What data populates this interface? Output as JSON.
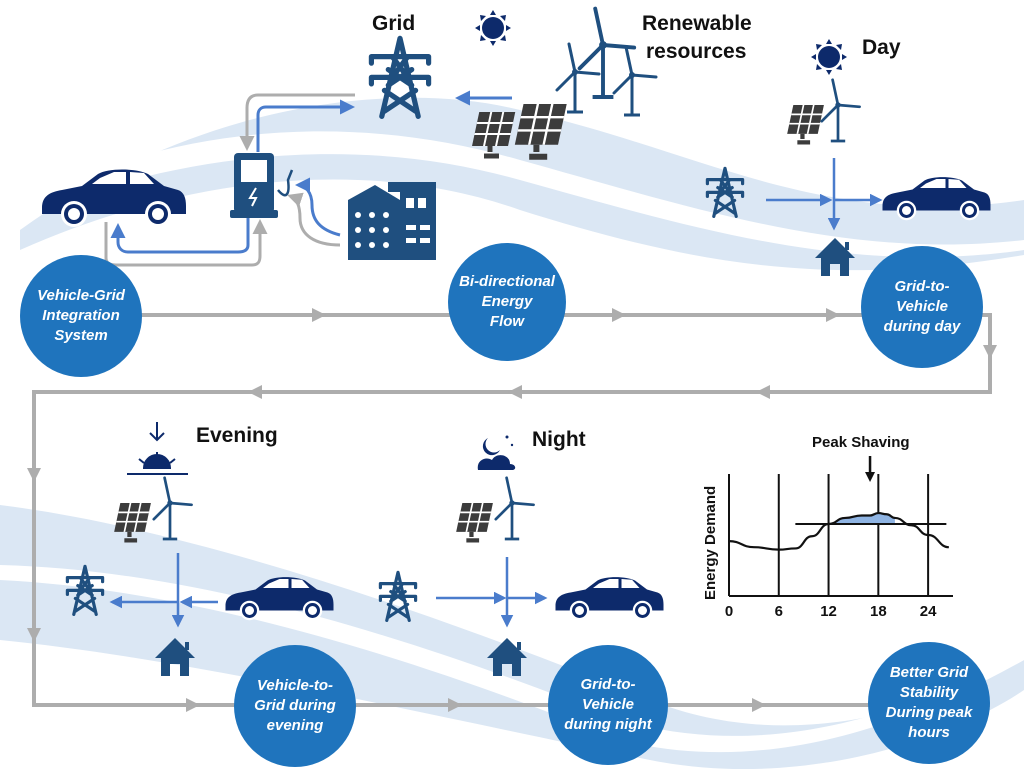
{
  "labels": {
    "grid": "Grid",
    "renewable_line1": "Renewable",
    "renewable_line2": "resources",
    "day": "Day",
    "evening": "Evening",
    "night": "Night"
  },
  "process_nodes": [
    {
      "lines": [
        "Vehicle-Grid",
        "Integration",
        "System"
      ]
    },
    {
      "lines": [
        "Bi-directional",
        "Energy",
        "Flow"
      ]
    },
    {
      "lines": [
        "Grid-to-",
        "Vehicle",
        "during day"
      ]
    },
    {
      "lines": [
        "Vehicle-to-",
        "Grid during",
        "evening"
      ]
    },
    {
      "lines": [
        "Grid-to-",
        "Vehicle",
        "during night"
      ]
    },
    {
      "lines": [
        "Better Grid",
        "Stability",
        "During peak",
        "hours"
      ]
    }
  ],
  "colors": {
    "node_fill": "#1f74bd",
    "icon_navy": "#0d2a6b",
    "icon_steel": "#1f4f7f",
    "flow_blue": "#4a7ccc",
    "connector_gray": "#adadad",
    "wave_band": "#dbe7f4",
    "solar_panel": "#3c3c3c"
  },
  "chart_data": {
    "type": "line",
    "title": "Peak Shaving",
    "xlabel": "",
    "ylabel": "Energy Demand",
    "x_ticks": [
      0,
      6,
      12,
      18,
      24
    ],
    "xlim": [
      0,
      27
    ],
    "ylim": [
      0,
      10
    ],
    "grid": "vertical lines at 6, 12, 18, 24",
    "threshold": 5.9,
    "series": [
      {
        "name": "demand",
        "x": [
          0,
          3,
          6,
          8,
          10,
          12,
          14,
          16,
          17,
          18,
          19,
          20,
          22,
          24,
          26.5
        ],
        "y": [
          4.5,
          4.0,
          3.8,
          3.9,
          4.9,
          5.9,
          6.4,
          6.6,
          6.6,
          6.8,
          6.7,
          6.4,
          5.8,
          5.0,
          4.0
        ]
      }
    ],
    "annotations": [
      {
        "text": "Peak Shaving",
        "x": 17,
        "arrow": "down"
      }
    ],
    "shaded_region": "area above threshold between demand curve and threshold line"
  }
}
